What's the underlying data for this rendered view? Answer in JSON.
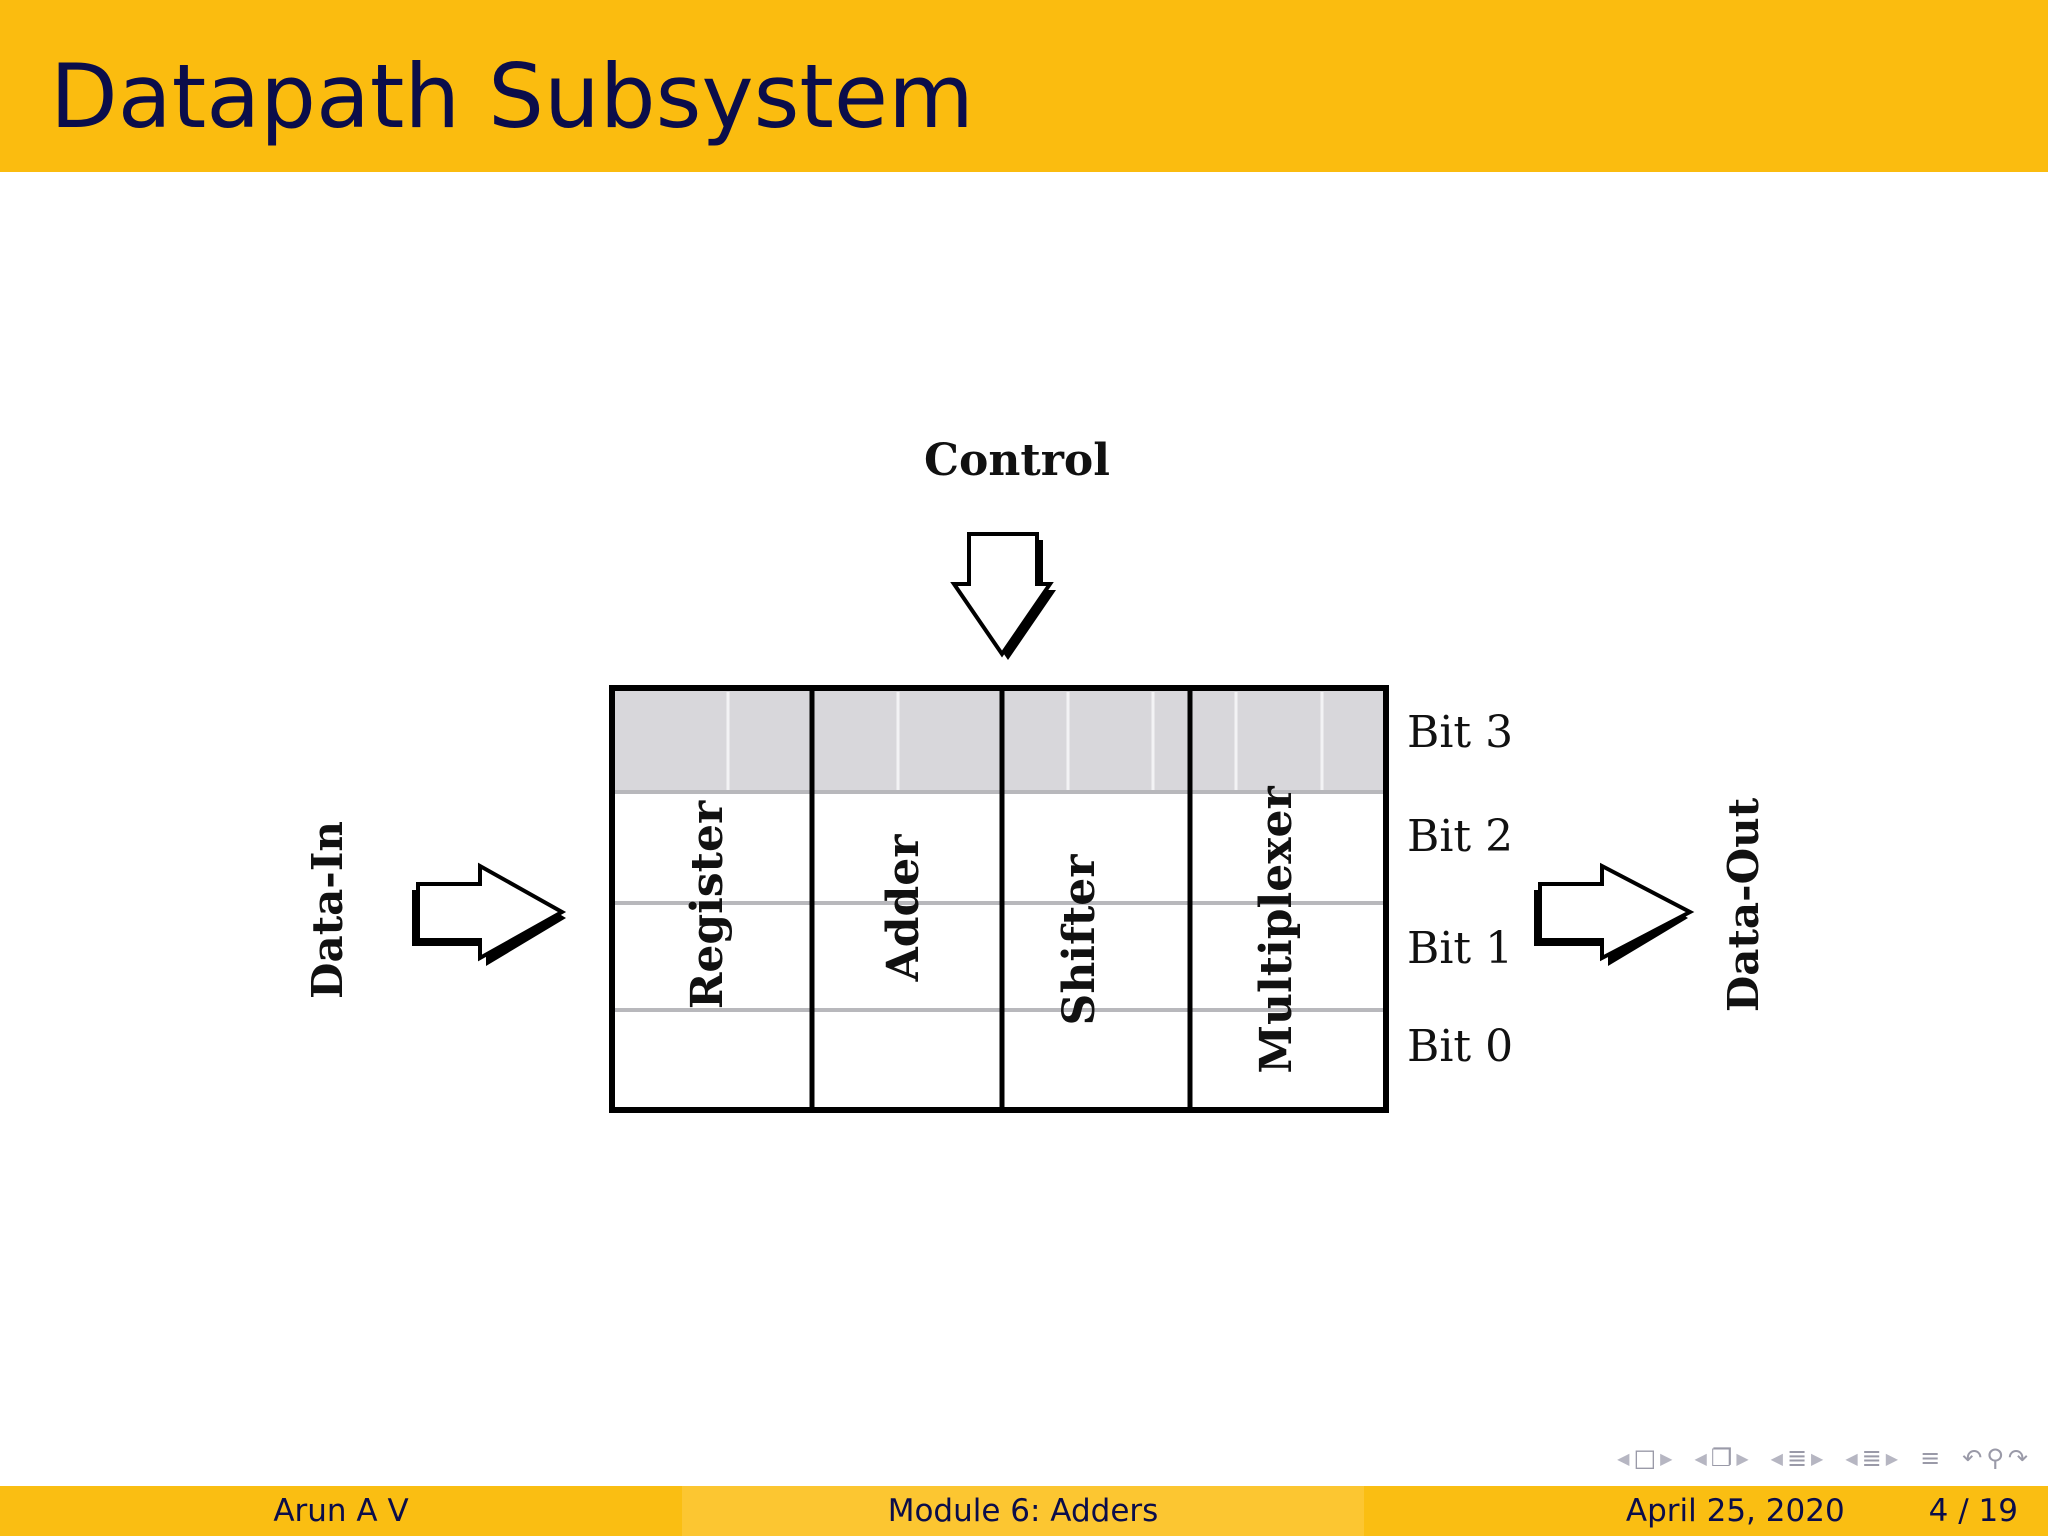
{
  "slide": {
    "title": "Datapath Subsystem"
  },
  "diagram": {
    "control_label": "Control",
    "data_in_label": "Data-In",
    "data_out_label": "Data-Out",
    "columns": [
      "Register",
      "Adder",
      "Shifter",
      "Multiplexer"
    ],
    "bit_rows": [
      "Bit 3",
      "Bit 2",
      "Bit 1",
      "Bit 0"
    ],
    "highlighted_row": "Bit 3",
    "colors": {
      "highlight_fill": "#d8d7db",
      "grid_line": "#b8b8bc",
      "outline": "#000000"
    }
  },
  "nav_icons": [
    "slide-nav-icon",
    "frame-nav-icon",
    "subsection-nav-icon",
    "section-nav-icon",
    "outline-icon",
    "search-icon"
  ],
  "footer": {
    "author": "Arun A V",
    "module": "Module 6: Adders",
    "date": "April 25, 2020",
    "page": "4 / 19"
  },
  "colors": {
    "header_bg": "#fbbc0f",
    "title_text": "#0b0d4a"
  }
}
